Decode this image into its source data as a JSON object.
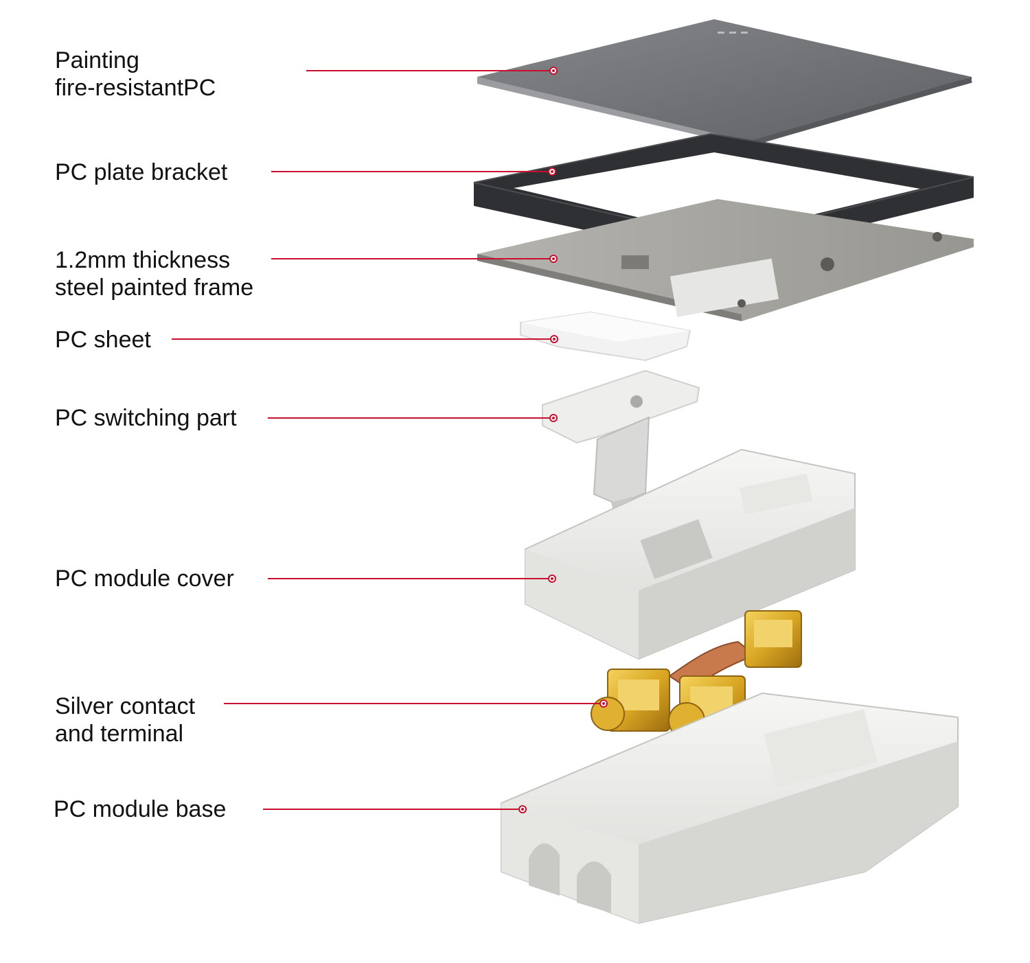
{
  "colors": {
    "accent": "#c8102e",
    "text": "#111111",
    "cover_plate": "#6f7175",
    "bracket": "#2f3033",
    "steel_frame": "#a7a6a2",
    "plastic": "#ececea",
    "brass": "#d9a623",
    "copper": "#c97a4d"
  },
  "parts": [
    {
      "id": "cover-plate",
      "lines": [
        "Painting",
        "fire-resistantPC"
      ],
      "icon": "cover-plate-icon"
    },
    {
      "id": "plate-bracket",
      "lines": [
        "PC plate bracket"
      ],
      "icon": "bracket-icon"
    },
    {
      "id": "steel-frame",
      "lines": [
        "1.2mm thickness",
        "steel painted frame"
      ],
      "icon": "steel-frame-icon"
    },
    {
      "id": "pc-sheet",
      "lines": [
        "PC sheet"
      ],
      "icon": "pc-sheet-icon"
    },
    {
      "id": "switching-part",
      "lines": [
        "PC switching part"
      ],
      "icon": "rocker-icon"
    },
    {
      "id": "module-cover",
      "lines": [
        "PC module cover"
      ],
      "icon": "module-cover-icon"
    },
    {
      "id": "contact-terminal",
      "lines": [
        "Silver contact",
        "and terminal"
      ],
      "icon": "terminal-icon"
    },
    {
      "id": "module-base",
      "lines": [
        "PC module base"
      ],
      "icon": "module-base-icon"
    }
  ]
}
